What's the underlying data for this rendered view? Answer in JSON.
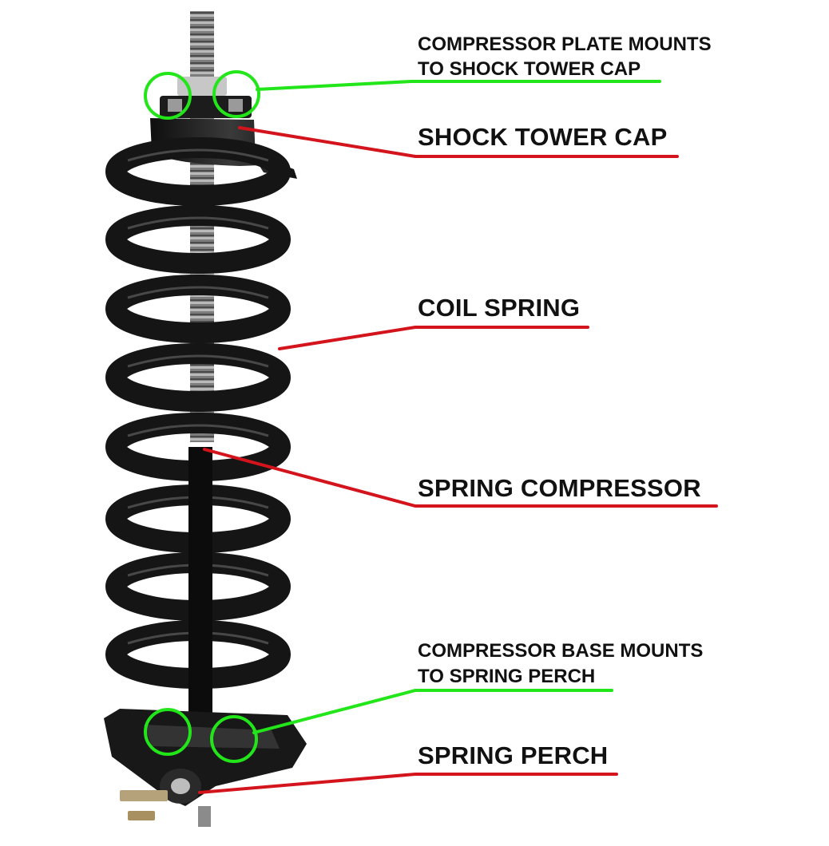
{
  "colors": {
    "green": "#22e61a",
    "red": "#d4141c",
    "coil": "#151515",
    "coil_highlight": "#5e5e5e",
    "rod": "#0c0c0c",
    "thread": "#8a8a8a",
    "text": "#111111",
    "background": "#ffffff"
  },
  "labels": {
    "compressor_plate_line1": "COMPRESSOR PLATE MOUNTS",
    "compressor_plate_line2": "TO SHOCK TOWER CAP",
    "shock_tower_cap": "SHOCK TOWER CAP",
    "coil_spring": "COIL SPRING",
    "spring_compressor": "SPRING COMPRESSOR",
    "compressor_base_line1": "COMPRESSOR BASE MOUNTS",
    "compressor_base_line2": "TO SPRING PERCH",
    "spring_perch": "SPRING PERCH"
  }
}
